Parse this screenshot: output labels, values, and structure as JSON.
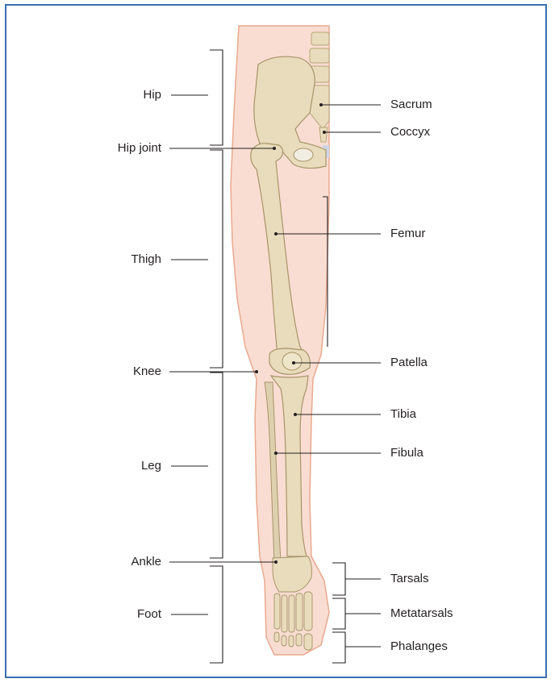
{
  "diagram": {
    "left_labels": {
      "hip": "Hip",
      "hip_joint": "Hip joint",
      "thigh": "Thigh",
      "knee": "Knee",
      "leg": "Leg",
      "ankle": "Ankle",
      "foot": "Foot"
    },
    "right_labels": {
      "sacrum": "Sacrum",
      "coccyx": "Coccyx",
      "femur": "Femur",
      "patella": "Patella",
      "tibia": "Tibia",
      "fibula": "Fibula",
      "tarsals": "Tarsals",
      "metatarsals": "Metatarsals",
      "phalanges": "Phalanges"
    },
    "colors": {
      "frame": "#3a6fb0",
      "skin": "#f9ddd2",
      "skin_outline": "#e9a98f",
      "bone": "#e8dcbc",
      "bone_shadow": "#c9b98f",
      "line": "#231f20"
    }
  }
}
